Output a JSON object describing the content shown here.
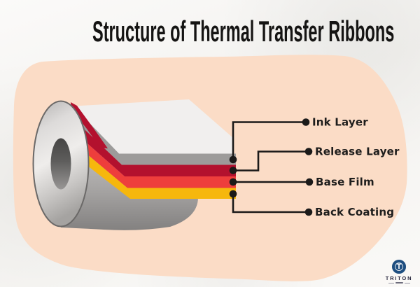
{
  "title": "Structure of Thermal Transfer Ribbons",
  "colors": {
    "background_paper": "#f6f5f2",
    "blob_peach": "#fbdcc6",
    "slab_white": "#f1efee",
    "roll_body_light": "#e3e1e0",
    "roll_body_dark": "#838180",
    "connector_line": "#1b1a19",
    "label_text": "#1e1d1c",
    "logo_blue": "#1e4e80"
  },
  "layers": [
    {
      "label": "Ink Layer",
      "color": "#9d9b9a"
    },
    {
      "label": "Release Layer",
      "color": "#b3112e"
    },
    {
      "label": "Base Film",
      "color": "#ee3e3c"
    },
    {
      "label": "Back Coating",
      "color": "#f6b70d"
    }
  ],
  "logo": {
    "brand": "TRITON",
    "icon_letter": "T"
  }
}
